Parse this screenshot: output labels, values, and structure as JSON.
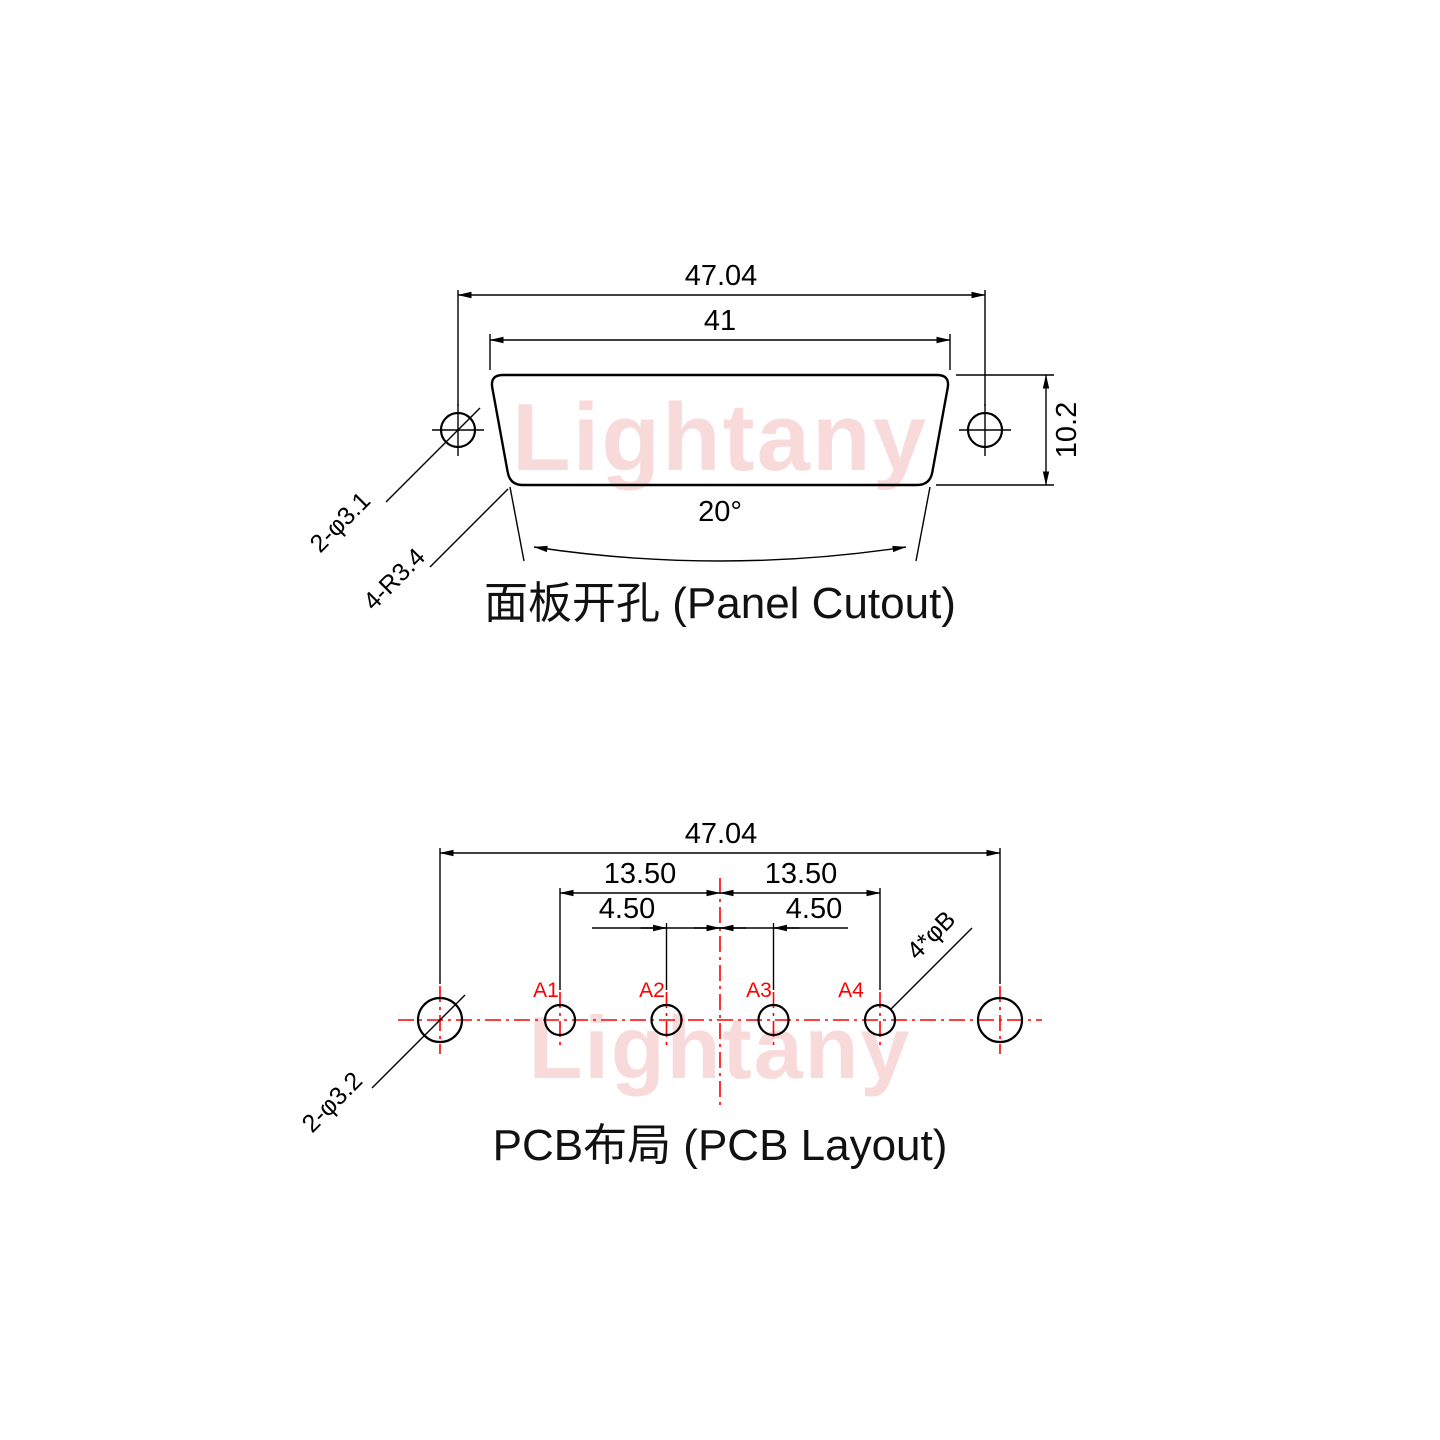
{
  "watermark": {
    "text": "Lightany"
  },
  "colors": {
    "line": "#000000",
    "centerline": "#ff0000",
    "pin_label": "#ff0000",
    "watermark": "#e36c6c"
  },
  "panel": {
    "title": "面板开孔 (Panel Cutout)",
    "dim_overall": "47.04",
    "dim_cutout_width": "41",
    "dim_height": "10.2",
    "dim_angle": "20°",
    "label_mount_holes": "2-φ3.1",
    "label_corner_radius": "4-R3.4"
  },
  "pcb": {
    "title": "PCB布局 (PCB Layout)",
    "dim_overall": "47.04",
    "dim_left_pitch": "13.50",
    "dim_right_pitch": "13.50",
    "dim_left_inner": "4.50",
    "dim_right_inner": "4.50",
    "label_mount_holes": "2-φ3.2",
    "label_signal_holes": "4*φB",
    "pins": [
      "A1",
      "A2",
      "A3",
      "A4"
    ]
  }
}
